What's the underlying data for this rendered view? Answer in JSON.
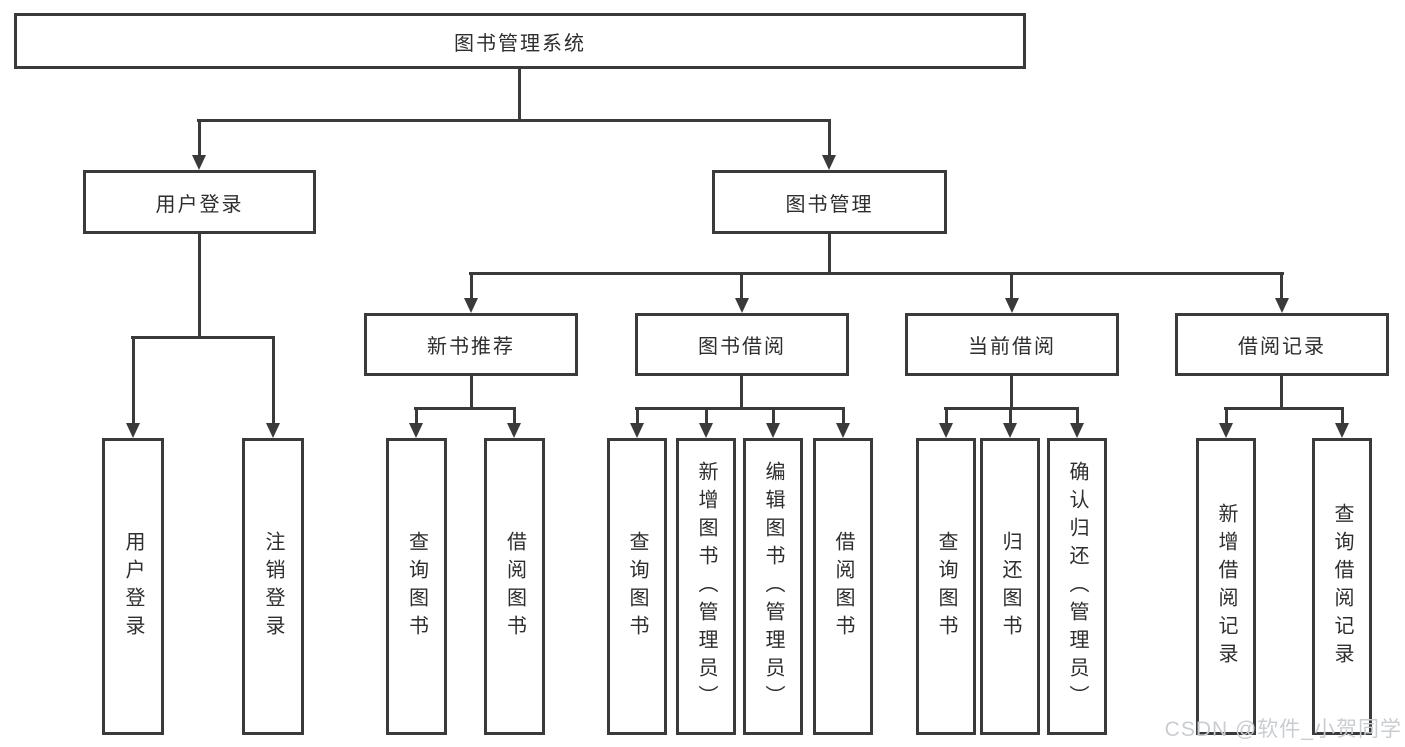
{
  "diagram": {
    "type": "hierarchy",
    "colors": {
      "line": "#3a3a3a",
      "box_border": "#3a3a3a",
      "text": "#2e2e2e",
      "background": "#ffffff",
      "watermark": "#c9cdd1"
    },
    "tree": {
      "label": "图书管理系统",
      "children": [
        {
          "label": "用户登录",
          "children": [
            {
              "label": "用户登录"
            },
            {
              "label": "注销登录"
            }
          ]
        },
        {
          "label": "图书管理",
          "children": [
            {
              "label": "新书推荐",
              "children": [
                {
                  "label": "查询图书"
                },
                {
                  "label": "借阅图书"
                }
              ]
            },
            {
              "label": "图书借阅",
              "children": [
                {
                  "label": "查询图书"
                },
                {
                  "label": "新增图书（管理员）"
                },
                {
                  "label": "编辑图书（管理员）"
                },
                {
                  "label": "借阅图书"
                }
              ]
            },
            {
              "label": "当前借阅",
              "children": [
                {
                  "label": "查询图书"
                },
                {
                  "label": "归还图书"
                },
                {
                  "label": "确认归还（管理员）"
                }
              ]
            },
            {
              "label": "借阅记录",
              "children": [
                {
                  "label": "新增借阅记录"
                },
                {
                  "label": "查询借阅记录"
                }
              ]
            }
          ]
        }
      ]
    },
    "watermark": {
      "text": "CSDN @软件_小贺同学"
    }
  }
}
